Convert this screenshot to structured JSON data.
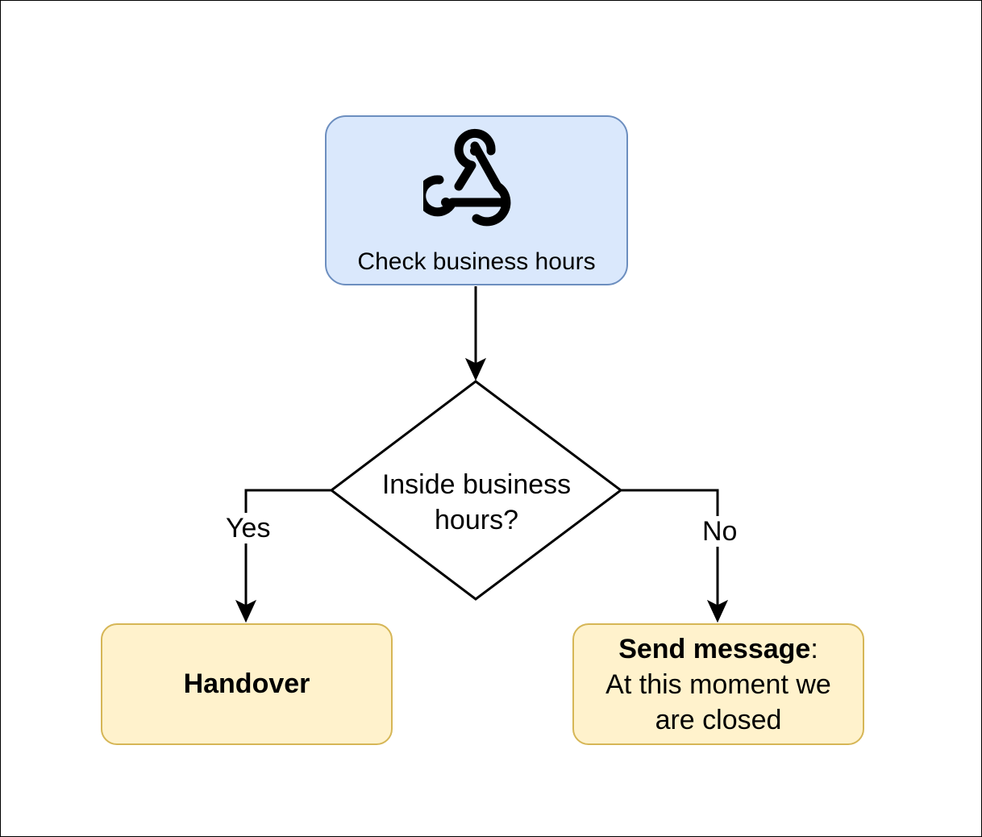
{
  "nodes": {
    "start": {
      "label": "Check business hours",
      "icon": "webhook-icon",
      "fill": "#dae8fc",
      "stroke": "#6c8ebf"
    },
    "decision": {
      "label_line1": "Inside business",
      "label_line2": "hours?"
    },
    "handover": {
      "label": "Handover",
      "fill": "#fff2cc",
      "stroke": "#d6b656"
    },
    "send": {
      "title": "Send message",
      "separator": ":",
      "line1": "At this moment we",
      "line2": "are closed",
      "fill": "#fff2cc",
      "stroke": "#d6b656"
    }
  },
  "edges": {
    "yes": "Yes",
    "no": "No"
  }
}
